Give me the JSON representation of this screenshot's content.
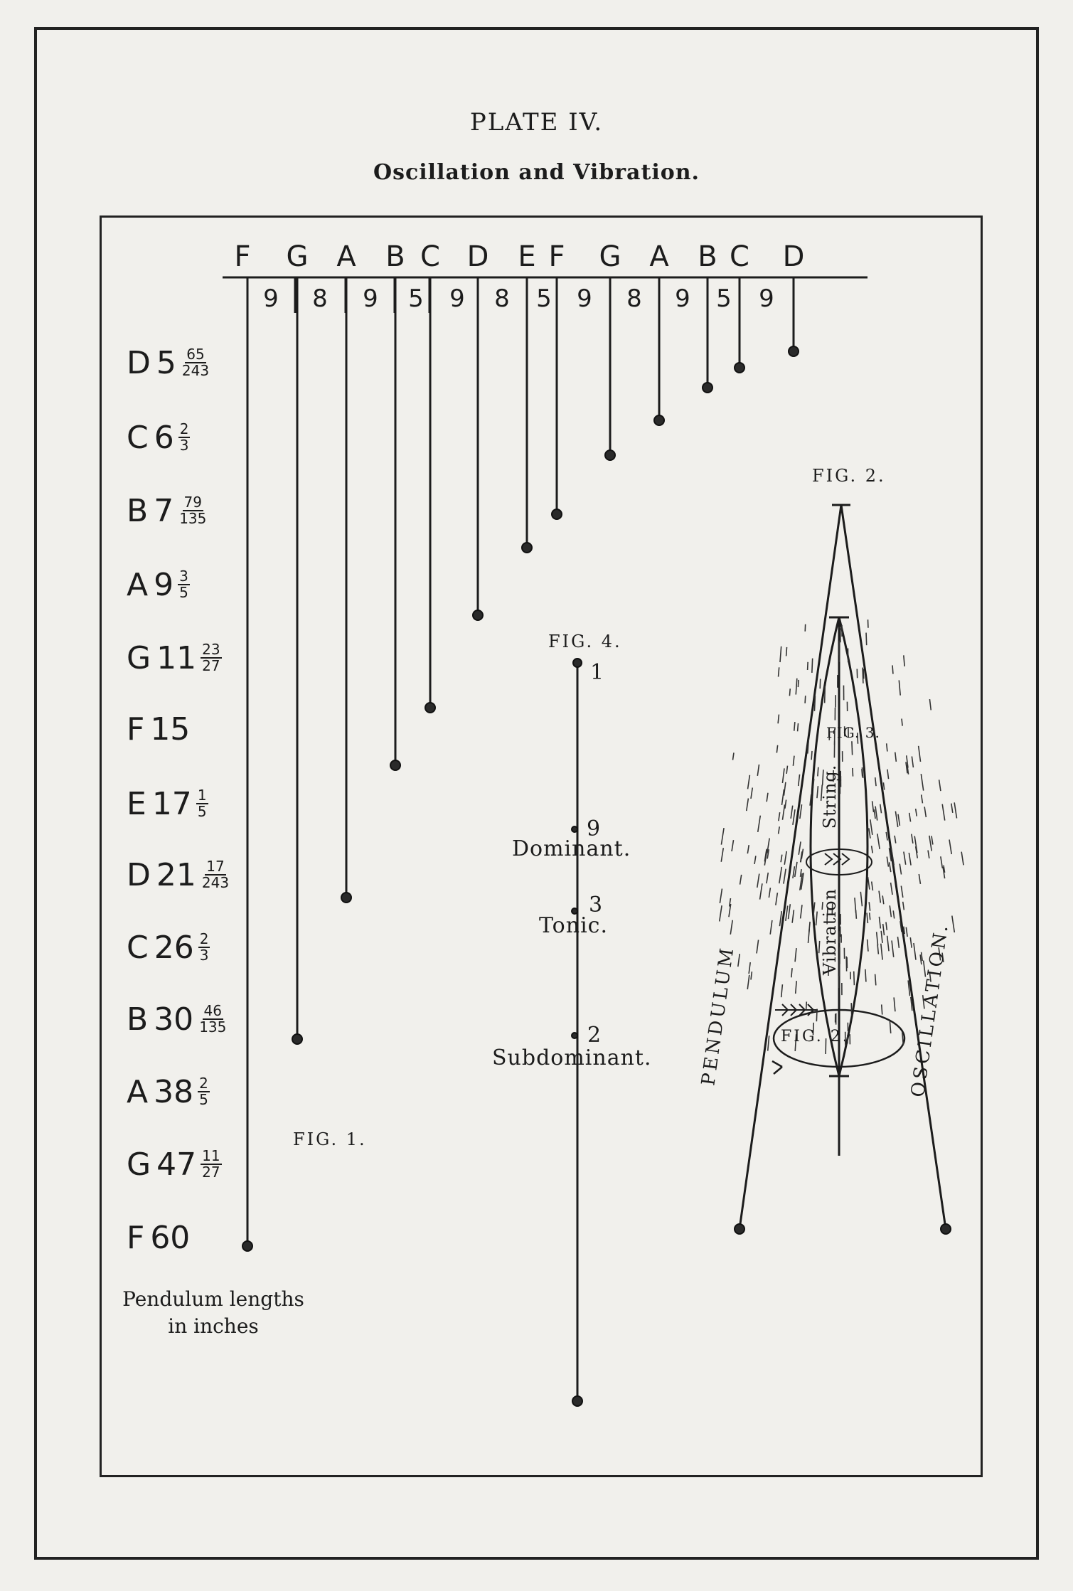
{
  "plate": {
    "title": "PLATE IV.",
    "subtitle": "Oscillation and Vibration."
  },
  "fig1": {
    "caption": "FIG. 1.",
    "notes": [
      "F",
      "G",
      "A",
      "B",
      "C",
      "D",
      "E",
      "F",
      "G",
      "A",
      "B",
      "C",
      "D"
    ],
    "intervals": [
      "9",
      "8",
      "9",
      "5",
      "9",
      "8",
      "5",
      "9",
      "8",
      "9",
      "5",
      "9"
    ],
    "lengths": [
      {
        "note": "D",
        "whole": "5",
        "num": "65",
        "den": "243"
      },
      {
        "note": "C",
        "whole": "6",
        "num": "2",
        "den": "3"
      },
      {
        "note": "B",
        "whole": "7",
        "num": "79",
        "den": "135"
      },
      {
        "note": "A",
        "whole": "9",
        "num": "3",
        "den": "5"
      },
      {
        "note": "G",
        "whole": "11",
        "num": "23",
        "den": "27"
      },
      {
        "note": "F",
        "whole": "15",
        "num": "",
        "den": ""
      },
      {
        "note": "E",
        "whole": "17",
        "num": "1",
        "den": "5"
      },
      {
        "note": "D",
        "whole": "21",
        "num": "17",
        "den": "243"
      },
      {
        "note": "C",
        "whole": "26",
        "num": "2",
        "den": "3"
      },
      {
        "note": "B",
        "whole": "30",
        "num": "46",
        "den": "135"
      },
      {
        "note": "A",
        "whole": "38",
        "num": "2",
        "den": "5"
      },
      {
        "note": "G",
        "whole": "47",
        "num": "11",
        "den": "27"
      },
      {
        "note": "F",
        "whole": "60",
        "num": "",
        "den": ""
      }
    ],
    "legend_line1": "Pendulum lengths",
    "legend_line2": "in inches"
  },
  "fig2": {
    "caption": "FIG. 2.",
    "inner_caption": "FIG. 2.",
    "left_label": "PENDULUM",
    "right_label": "OSCILLATION."
  },
  "fig3": {
    "caption": "FIG. 3.",
    "string_label": "String.",
    "vibration_label": "Vibration"
  },
  "fig4": {
    "caption": "FIG. 4.",
    "points": [
      {
        "number": "1",
        "label": ""
      },
      {
        "number": "9",
        "label": "Dominant."
      },
      {
        "number": "3",
        "label": "Tonic."
      },
      {
        "number": "2",
        "label": "Subdominant."
      }
    ]
  }
}
